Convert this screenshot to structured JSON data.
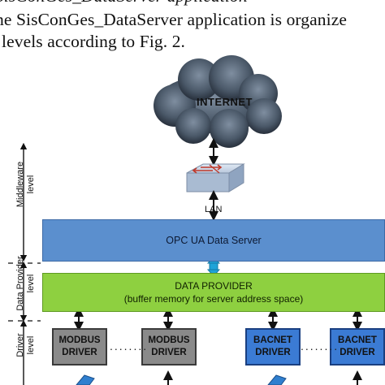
{
  "text": {
    "line0": "SisConGes_DataServer application",
    "line1": "he SisConGes_DataServer application is organize",
    "line2": "levels according to Fig. 2."
  },
  "diagram": {
    "internet_label": "INTERNET",
    "lan_label": "LAN",
    "opc_server": "OPC UA Data Server",
    "data_provider_title": "DATA PROVIDER",
    "data_provider_subtitle": "(buffer memory for server address space)",
    "drivers": [
      {
        "line1": "MODBUS",
        "line2": "DRIVER"
      },
      {
        "line1": "MODBUS",
        "line2": "DRIVER"
      },
      {
        "line1": "BACNET",
        "line2": "DRIVER"
      },
      {
        "line1": "BACNET",
        "line2": "DRIVER"
      }
    ],
    "levels": {
      "middleware_1": "Middleware",
      "middleware_2": "level",
      "data_provider_1": "Data Provider",
      "data_provider_2": "level",
      "driver_1": "Driver",
      "driver_2": "level"
    },
    "dots": "........",
    "colors": {
      "opc_box": "#5b8fce",
      "data_provider_box": "#8ed040",
      "modbus_driver": "#8a8a8a",
      "bacnet_driver": "#3b7bd4",
      "connector": "#1fa3d8"
    }
  }
}
